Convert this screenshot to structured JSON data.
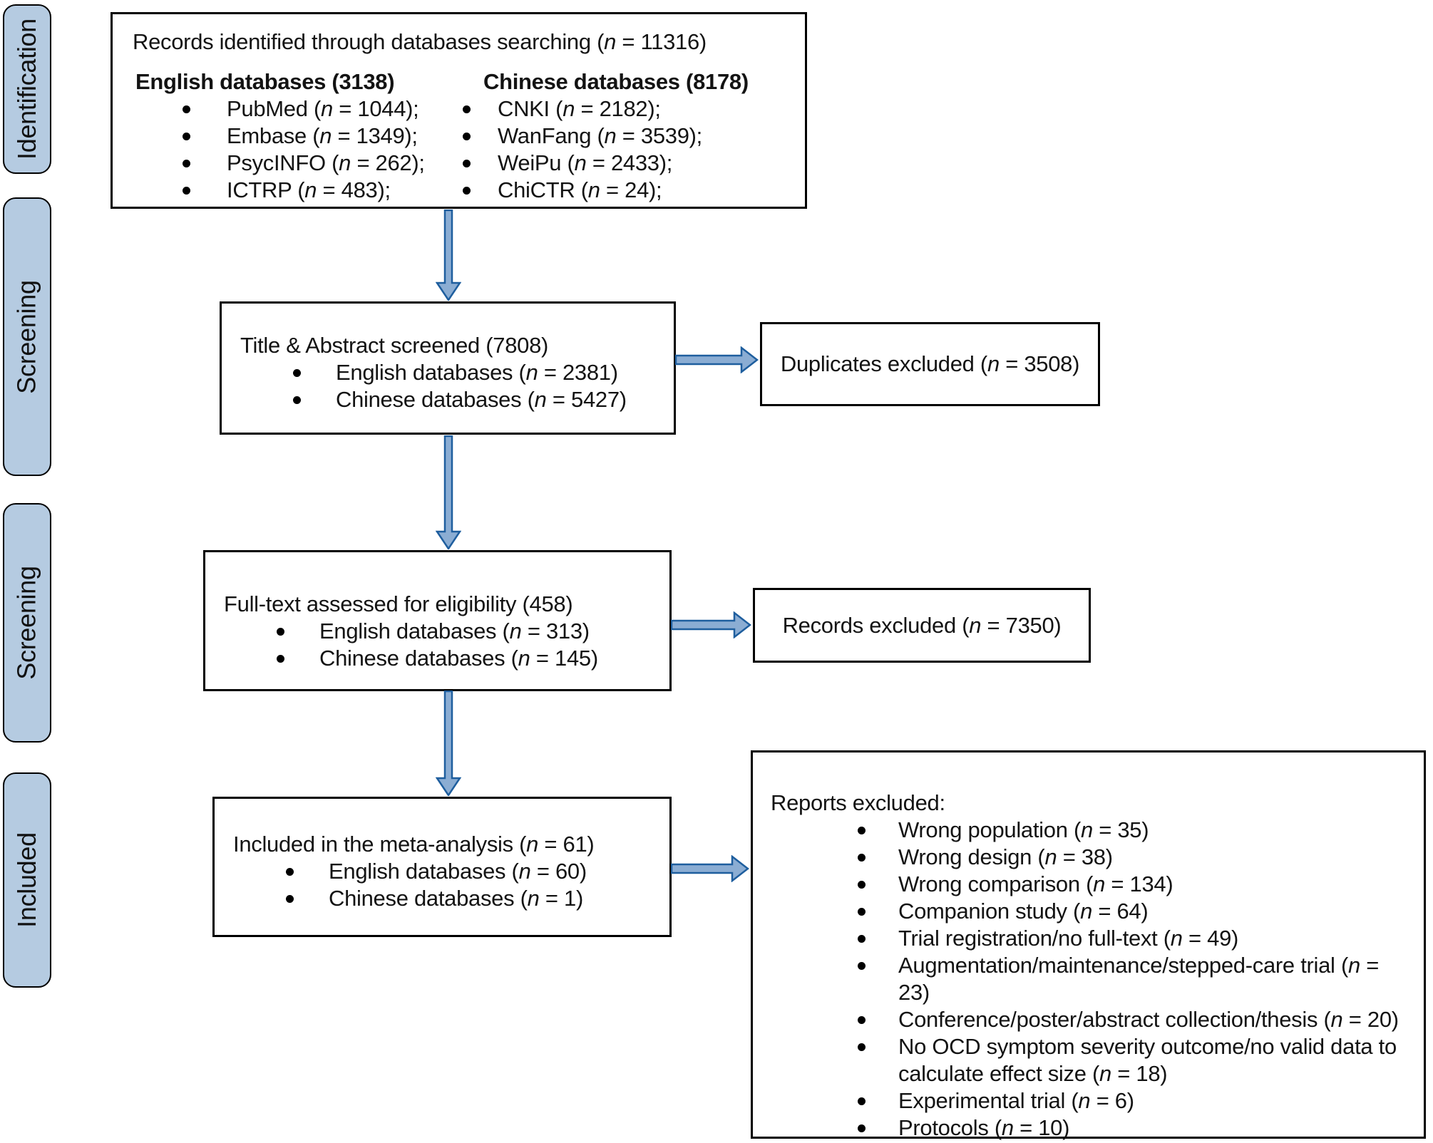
{
  "sidebar": {
    "items": [
      {
        "label": "Identification"
      },
      {
        "label": "Screening"
      },
      {
        "label": "Screening"
      },
      {
        "label": "Included"
      }
    ]
  },
  "flow": {
    "identification_box": {
      "title": "Records identified through databases searching (n = 11316)",
      "columns": [
        {
          "header": "English databases (3138)",
          "items": [
            "PubMed (n = 1044);",
            "Embase (n = 1349);",
            "PsycINFO (n = 262);",
            "ICTRP (n = 483);"
          ]
        },
        {
          "header": "Chinese databases (8178)",
          "items": [
            "CNKI (n = 2182);",
            "WanFang (n = 3539);",
            "WeiPu (n = 2433);",
            "ChiCTR (n = 24);"
          ]
        }
      ]
    },
    "screening_box": {
      "title": "Title & Abstract screened (7808)",
      "items": [
        "English databases (n = 2381)",
        "Chinese databases (n = 5427)"
      ]
    },
    "eligibility_box": {
      "title": "Full-text assessed for eligibility (458)",
      "items": [
        "English databases (n = 313)",
        "Chinese databases (n = 145)"
      ]
    },
    "included_box": {
      "title": "Included in the meta-analysis (n = 61)",
      "items": [
        "English databases (n = 60)",
        "Chinese databases (n = 1)"
      ]
    },
    "duplicates_box": {
      "label": "Duplicates excluded (n = 3508)"
    },
    "records_excluded_box": {
      "label": "Records excluded (n = 7350)"
    },
    "reports_excluded_box": {
      "title": "Reports excluded:",
      "items": [
        "Wrong population (n = 35)",
        "Wrong design (n = 38)",
        "Wrong comparison (n = 134)",
        "Companion study (n = 64)",
        "Trial registration/no full-text (n = 49)",
        "Augmentation/maintenance/stepped-care trial (n = 23)",
        "Conference/poster/abstract collection/thesis (n = 20)",
        "No OCD symptom severity outcome/no valid data to calculate effect size (n = 18)",
        "Experimental trial (n = 6)",
        "Protocols (n = 10)"
      ]
    }
  },
  "colors": {
    "sidebar_fill": "#b5cbe1",
    "arrow_fill": "#8badd3",
    "arrow_stroke": "#1e5e9e",
    "box_border": "#000000"
  }
}
